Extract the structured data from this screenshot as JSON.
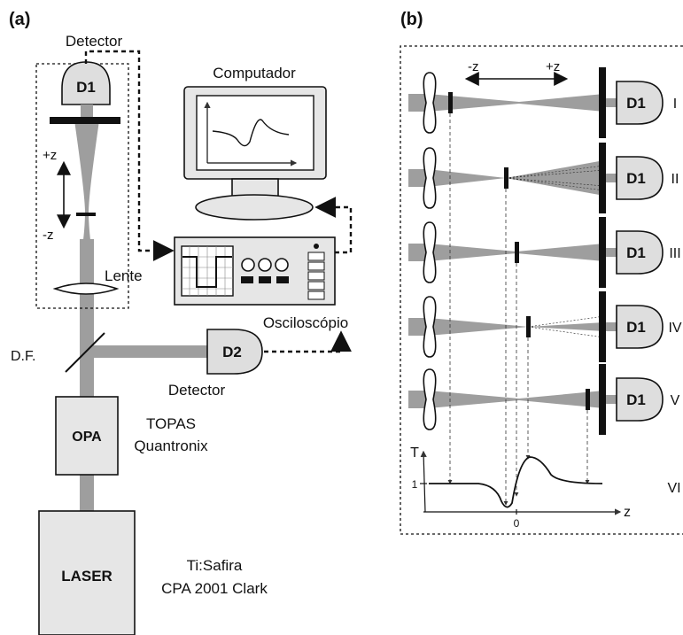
{
  "panel_a": {
    "label": "(a)",
    "detector_top": "Detector",
    "d1": "D1",
    "plus_z": "+z",
    "minus_z": "-z",
    "lente": "Lente",
    "computador": "Computador",
    "osciloscopio": "Osciloscópio",
    "df": "D.F.",
    "d2": "D2",
    "detector_bottom": "Detector",
    "opa": "OPA",
    "topas_line1": "TOPAS",
    "topas_line2": "Quantronix",
    "laser": "LASER",
    "tisafira_line1": "Ti:Safira",
    "tisafira_line2": "CPA 2001 Clark"
  },
  "panel_b": {
    "label": "(b)",
    "minus_z": "-z",
    "plus_z": "+z",
    "rows": [
      {
        "detector": "D1",
        "numeral": "I"
      },
      {
        "detector": "D1",
        "numeral": "II"
      },
      {
        "detector": "D1",
        "numeral": "III"
      },
      {
        "detector": "D1",
        "numeral": "IV"
      },
      {
        "detector": "D1",
        "numeral": "V"
      }
    ],
    "plot": {
      "y_axis": "T",
      "y_tick": "1",
      "x_axis": "z",
      "x_tick": "0",
      "numeral": "VI"
    }
  }
}
